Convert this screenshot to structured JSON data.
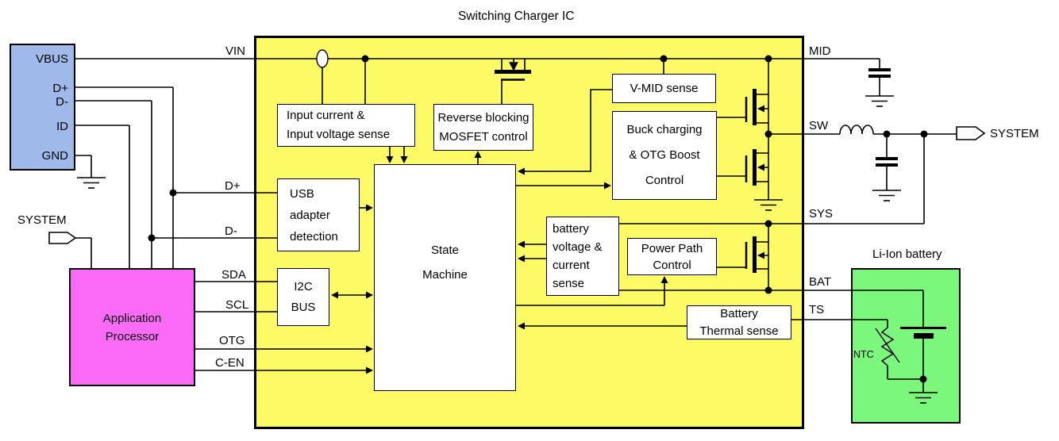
{
  "title": "Switching Charger IC",
  "colors": {
    "ic_fill": "#fcfb66",
    "usb_connector_fill": "#9fb9eb",
    "processor_fill": "#fb6bf8",
    "battery_fill": "#7bf77b",
    "block_fill": "#ffffff",
    "line": "#000000"
  },
  "usb_connector": {
    "pins": [
      "VBUS",
      "D+",
      "D-",
      "ID",
      "GND"
    ]
  },
  "application_processor": {
    "lines": [
      "Application",
      "Processor"
    ]
  },
  "system_input_label": "SYSTEM",
  "system_output_label": "SYSTEM",
  "ic_pins_left": [
    "VIN",
    "D+",
    "D-",
    "SDA",
    "SCL",
    "OTG",
    "C-EN"
  ],
  "ic_pins_right": [
    "MID",
    "SW",
    "SYS",
    "BAT",
    "TS"
  ],
  "blocks": {
    "input_sense": {
      "lines": [
        "Input current &",
        "Input voltage sense"
      ]
    },
    "reverse_blocking": {
      "lines": [
        "Reverse blocking",
        "MOSFET control"
      ]
    },
    "vmid_sense": {
      "lines": [
        "V-MID sense"
      ]
    },
    "buck_control": {
      "lines": [
        "Buck charging",
        "& OTG Boost",
        "Control"
      ]
    },
    "state_machine": {
      "lines": [
        "State",
        "Machine"
      ]
    },
    "usb_adapter": {
      "lines": [
        "USB",
        "adapter",
        "detection"
      ]
    },
    "i2c_bus": {
      "lines": [
        "I2C",
        "BUS"
      ]
    },
    "battery_sense": {
      "lines": [
        "battery",
        "voltage &",
        "current",
        "sense"
      ]
    },
    "power_path": {
      "lines": [
        "Power Path",
        "Control"
      ]
    },
    "thermal_sense": {
      "lines": [
        "Battery",
        "Thermal sense"
      ]
    }
  },
  "battery": {
    "title": "Li-Ion battery",
    "ntc": "NTC"
  }
}
